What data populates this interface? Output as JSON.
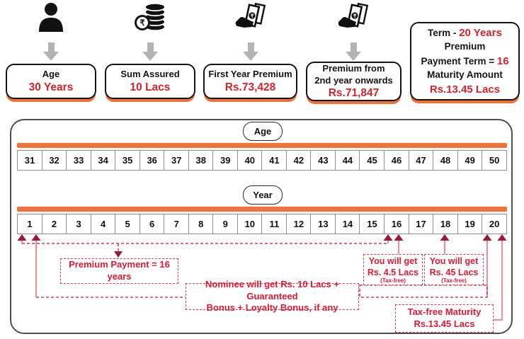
{
  "colors": {
    "orange": "#F2703A",
    "red": "#D6232B",
    "note-red": "#E11931",
    "note-border": "#E23C50",
    "dash": "#CE4058",
    "maroon": "#9B1B33",
    "stem": "#E093A0",
    "grayarrow": "#B3B3B3",
    "cellborder": "#8E8E8E",
    "frame": "#4D4D4D"
  },
  "icons": [
    "person-icon",
    "rupee-coins-icon",
    "money-hand-icon",
    "money-hand-icon"
  ],
  "summary_cards": [
    {
      "label": "Age",
      "value": "30 Years"
    },
    {
      "label": "Sum Assured",
      "value": "10 Lacs"
    },
    {
      "label": "First Year Premium",
      "value": "Rs.73,428"
    },
    {
      "label": "Premium from",
      "label2": "2nd year onwards",
      "value": "Rs.71,847"
    }
  ],
  "term_card": {
    "term_label": "Term  -",
    "term_value": "20 Years",
    "premium_label": "Premium",
    "payment_label": "Payment Term =",
    "payment_value": "16",
    "maturity_label": "Maturity Amount",
    "maturity_value": "Rs.13.45 Lacs"
  },
  "timeline": {
    "age_label": "Age",
    "year_label": "Year",
    "ages": [
      "31",
      "32",
      "33",
      "34",
      "35",
      "36",
      "37",
      "38",
      "39",
      "40",
      "41",
      "42",
      "43",
      "44",
      "45",
      "46",
      "47",
      "48",
      "49",
      "50"
    ],
    "years": [
      "1",
      "2",
      "3",
      "4",
      "5",
      "6",
      "7",
      "8",
      "9",
      "10",
      "11",
      "12",
      "13",
      "14",
      "15",
      "16",
      "17",
      "18",
      "19",
      "20"
    ]
  },
  "annotations": {
    "premium_payment": "Premium Payment = 16 years",
    "nominee_line1": "Nominee will get Rs. 10 Lacs + Guaranteed",
    "nominee_line2": "Bonus + Loyalty Bonus, if any",
    "benefit_year16": {
      "line1": "You will get",
      "line2": "Rs. 4.5 Lacs",
      "line3": "(Tax-free)"
    },
    "benefit_year18": {
      "line1": "You will get",
      "line2": "Rs. 45 Lacs",
      "line3": "(Tax-free)"
    },
    "maturity_line1": "Tax-free Maturity",
    "maturity_line2": "Rs.13.45 Lacs"
  }
}
